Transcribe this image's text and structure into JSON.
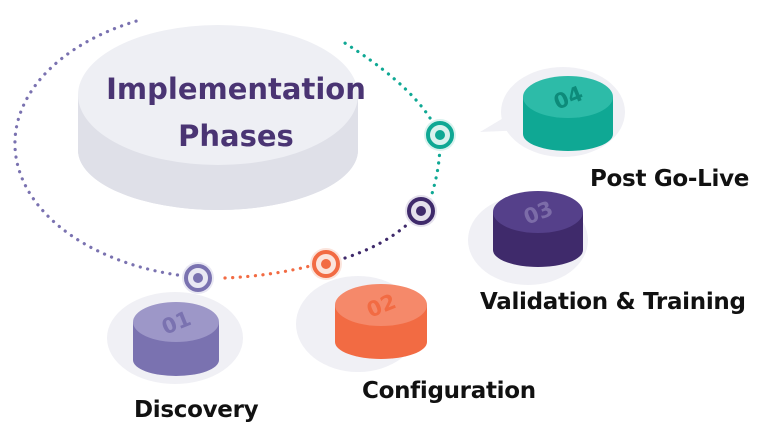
{
  "title": {
    "line1": "Implementation",
    "line2": "Phases",
    "color": "#4a3473"
  },
  "phases": [
    {
      "number": "01",
      "label": "Discovery",
      "color": "#7a72b0",
      "color_top": "#9d97c8"
    },
    {
      "number": "02",
      "label": "Configuration",
      "color": "#f26b43",
      "color_top": "#f5896a"
    },
    {
      "number": "03",
      "label": "Validation & Training",
      "color": "#3f2a6b",
      "color_top": "#55408a"
    },
    {
      "number": "04",
      "label": "Post Go-Live",
      "color": "#0fa894",
      "color_top": "#2dbba8"
    }
  ]
}
